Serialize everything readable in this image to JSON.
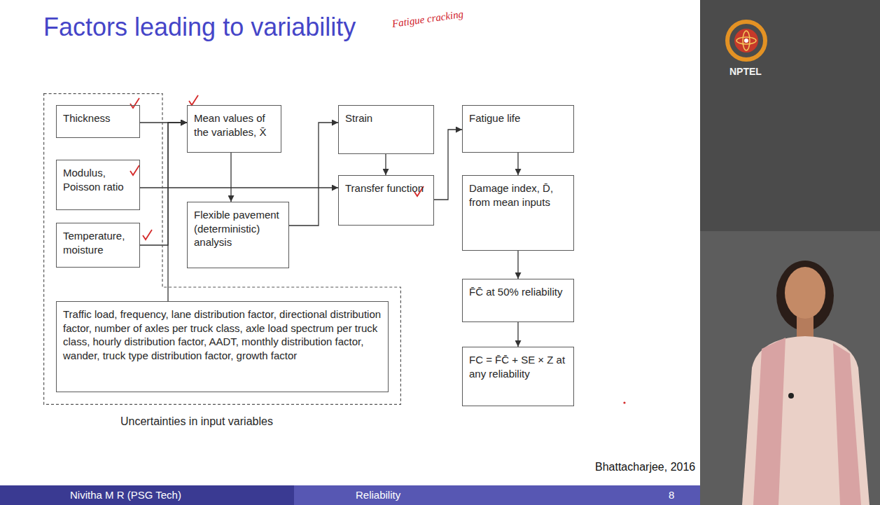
{
  "diagram": {
    "title": "Factors leading to variability",
    "nodes": [
      {
        "text": [
          "Uncertainties in input variables"
        ]
      },
      {
        "text": [
          "Thickness"
        ],
        "in": 0
      },
      {
        "text": [
          "Modulus, Poisson ratio"
        ],
        "in": 0
      },
      {
        "text": [
          "Temperature, moisture"
        ],
        "in": 0
      },
      {
        "text": [
          "Traffic load, frequency, lane distribution factor, directional distribution factor, number of axles per truck class, axle load spectrum per truck class, hourly distribution factor, AADT, monthly distribution factor, wander, truck type distribution factor, growth factor"
        ],
        "in": 0
      },
      {
        "text": [
          "Mean values of the variables, X̄"
        ]
      },
      {
        "text": [
          "Flexible pavement (deterministic) analysis"
        ]
      },
      {
        "text": [
          "Strain"
        ]
      },
      {
        "text": [
          "Transfer function"
        ]
      },
      {
        "text": [
          "Fatigue life"
        ]
      },
      {
        "text": [
          "Damage index, D̄, from mean inputs"
        ]
      },
      {
        "text": [
          "F̄C̄ at 50% reliability"
        ]
      },
      {
        "text": [
          "FC = F̄C̄ + SE × Z at any reliability"
        ]
      }
    ],
    "edges": [
      {
        "from": 1,
        "to": 5,
        "arrow": "to"
      },
      {
        "from": 2,
        "to": 8,
        "arrow": "to"
      },
      {
        "from": 3,
        "to": 5,
        "arrow": "to"
      },
      {
        "from": 4,
        "to": 5,
        "arrow": "to"
      },
      {
        "from": 5,
        "to": 6,
        "arrow": "to"
      },
      {
        "from": 6,
        "to": 7,
        "arrow": "to"
      },
      {
        "from": 7,
        "to": 8,
        "arrow": "to"
      },
      {
        "from": 8,
        "to": 9,
        "arrow": "to"
      },
      {
        "from": 9,
        "to": 10,
        "arrow": "to"
      },
      {
        "from": 10,
        "to": 11,
        "arrow": "to"
      },
      {
        "from": 11,
        "to": 12,
        "arrow": "to"
      }
    ],
    "labels": [
      "Fatigue cracking",
      "Bhattacharjee, 2016",
      "Nivitha M R (PSG Tech)",
      "Reliability",
      "8",
      "NPTEL"
    ]
  }
}
